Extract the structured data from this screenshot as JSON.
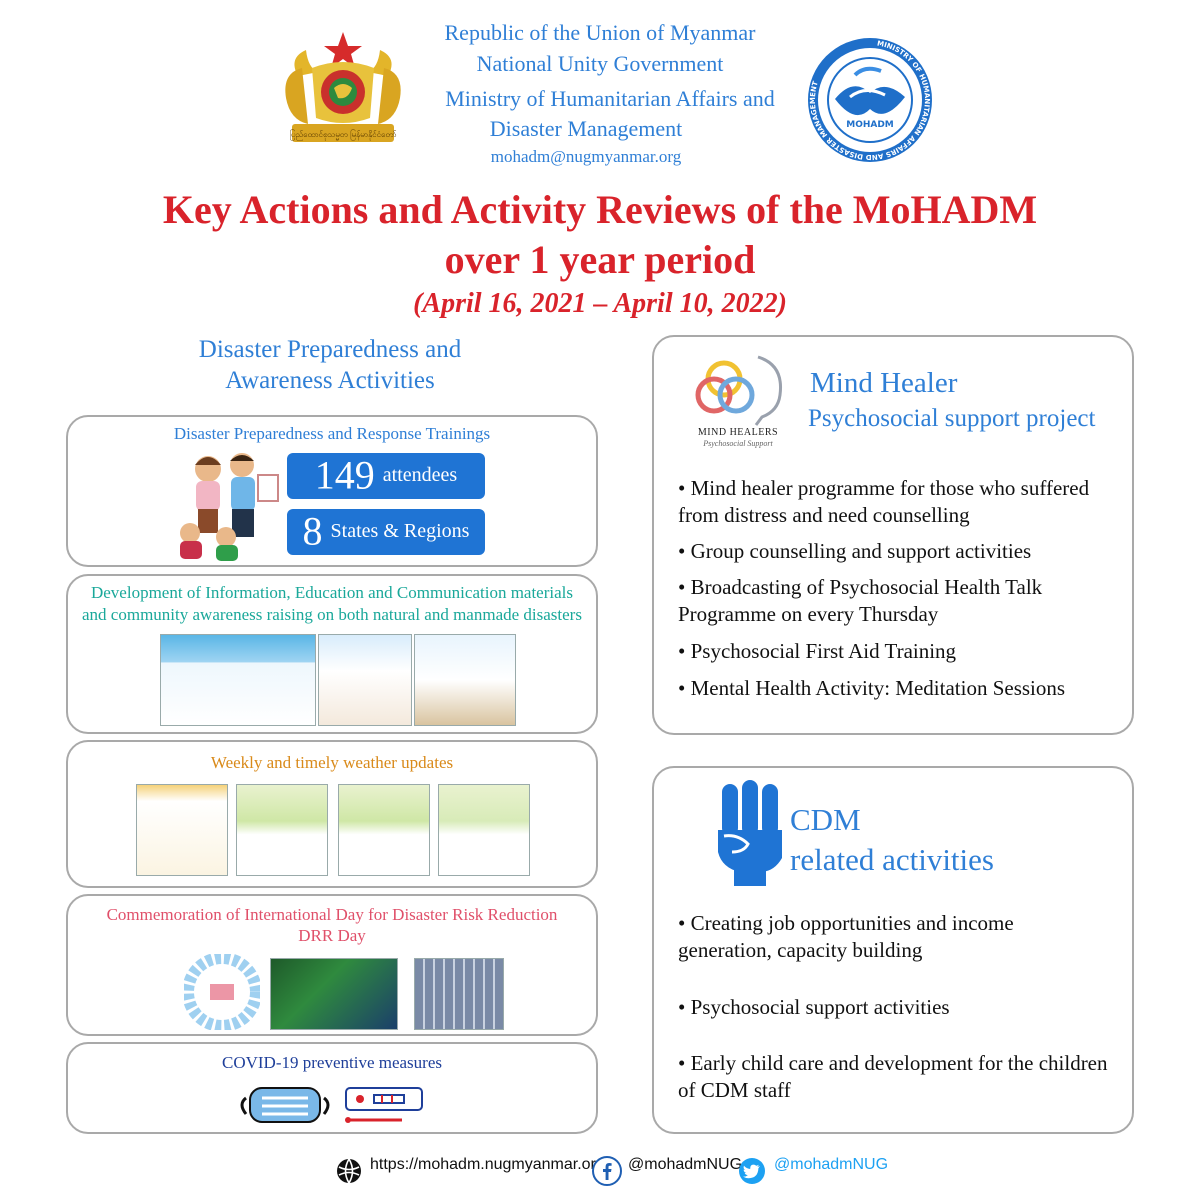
{
  "header": {
    "line1": "Republic of the Union of Myanmar",
    "line2": "National Unity Government",
    "line3": "Ministry of Humanitarian Affairs and",
    "line4": "Disaster Management",
    "email": "mohadm@nugmyanmar.org",
    "left_seal_text": "ပြည်ထောင်စုသမ္မတ မြန်မာနိုင်ငံတော်",
    "right_logo_ring_text": "MINISTRY OF HUMANITARIAN AFFAIRS AND DISASTER MANAGEMENT",
    "right_logo_label": "MOHADM"
  },
  "title": {
    "line1": "Key Actions and Activity Reviews of the MoHADM",
    "line2": "over 1 year period",
    "period": "(April 16, 2021 – April 10, 2022)"
  },
  "left": {
    "section_title_1": "Disaster Preparedness and",
    "section_title_2": "Awareness Activities",
    "training": {
      "title": "Disaster Preparedness and Response Trainings",
      "attendees_value": "149",
      "attendees_unit": "attendees",
      "regions_value": "8",
      "regions_unit": "States & Regions"
    },
    "iec": {
      "title_1": "Development of Information, Education and Communication materials",
      "title_2": "and community awareness raising on both natural and manmade disasters"
    },
    "weather": {
      "title": "Weekly and timely weather updates"
    },
    "drr": {
      "title_1": "Commemoration of International Day for Disaster Risk Reduction",
      "title_2": "DRR Day"
    },
    "covid": {
      "title": "COVID-19 preventive measures"
    }
  },
  "mind_healer": {
    "logo_caption": "MIND HEALERS",
    "logo_subcaption": "Psychosocial Support",
    "title": "Mind Healer",
    "subtitle": "Psychosocial support project",
    "items": [
      "• Mind healer programme for those who suffered from distress and need counselling",
      "• Group counselling and support activities",
      "• Broadcasting of Psychosocial Health Talk Programme on every Thursday",
      "• Psychosocial First Aid Training",
      "• Mental Health Activity: Meditation Sessions"
    ]
  },
  "cdm": {
    "title_1": "CDM",
    "title_2": "related activities",
    "items": [
      "• Creating job opportunities and income generation, capacity building",
      "• Psychosocial support activities",
      "• Early child care and development for the children of CDM staff"
    ]
  },
  "footer": {
    "website": "https://mohadm.nugmyanmar.org",
    "facebook": "@mohadmNUG",
    "twitter": "@mohadmNUG"
  },
  "colors": {
    "header_blue": "#2f7fd6",
    "title_red": "#d9232b",
    "stat_blue": "#1f74d4",
    "iec_teal": "#1aa89a",
    "weather_orange": "#d98a1a",
    "drr_pink": "#e0506a",
    "covid_navy": "#1f3f9a"
  }
}
